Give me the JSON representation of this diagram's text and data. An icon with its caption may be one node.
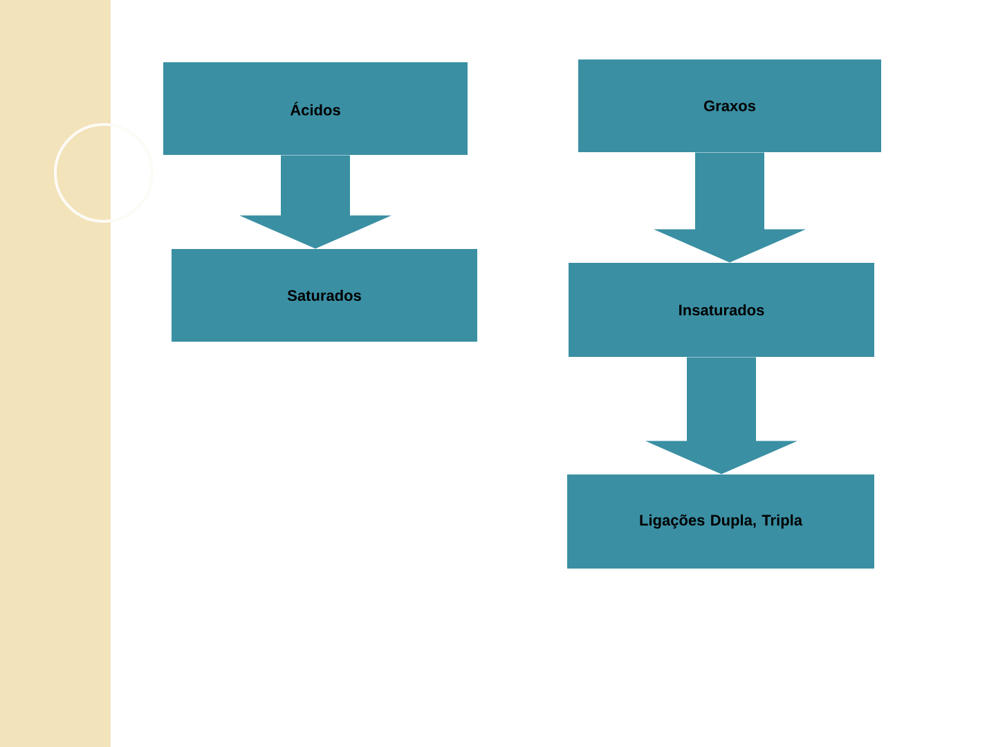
{
  "diagram": {
    "nodes": [
      {
        "text": [
          "Ácidos"
        ]
      },
      {
        "text": [
          "Graxos"
        ]
      },
      {
        "text": [
          "Saturados"
        ]
      },
      {
        "text": [
          "Insaturados"
        ]
      },
      {
        "text": [
          "Ligações Dupla, Tripla"
        ]
      }
    ],
    "edges": [
      {
        "from": 0,
        "to": 2,
        "arrow": "to"
      },
      {
        "from": 1,
        "to": 3,
        "arrow": "to"
      },
      {
        "from": 3,
        "to": 4,
        "arrow": "to"
      }
    ]
  }
}
